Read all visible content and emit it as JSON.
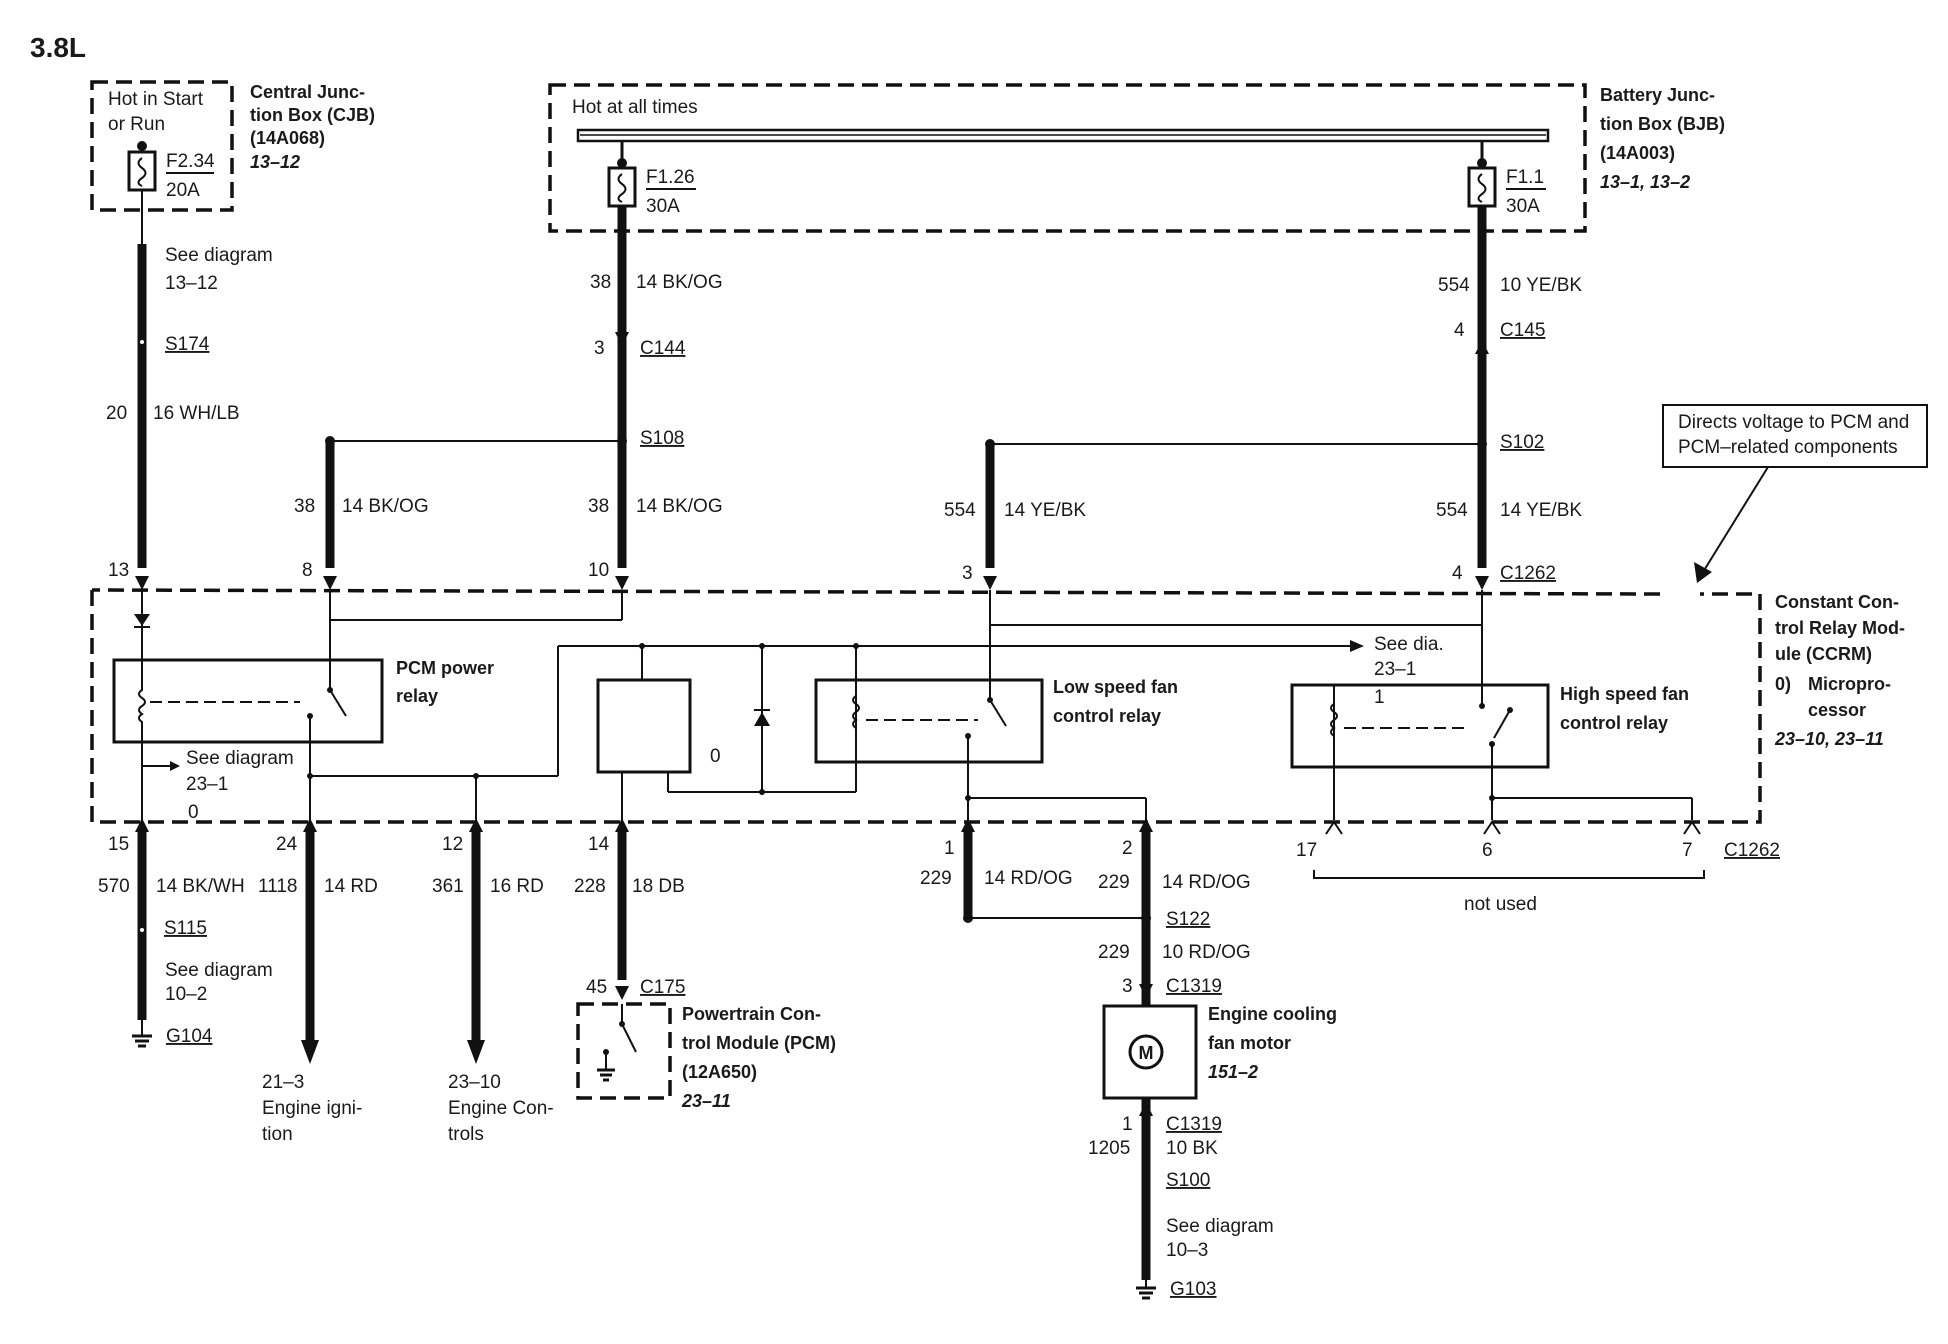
{
  "title": "3.8L",
  "cjb": {
    "inner_text": [
      "Hot in Start",
      "or Run"
    ],
    "fuse_id": "F2.34",
    "fuse_rating": "20A",
    "name_lines": [
      "Central Junc-",
      "tion Box (CJB)",
      "(14A068)"
    ],
    "ref": "13–12"
  },
  "bjb": {
    "inner_text": "Hot at all times",
    "fuse1_id": "F1.26",
    "fuse1_rating": "30A",
    "fuse2_id": "F1.1",
    "fuse2_rating": "30A",
    "name_lines": [
      "Battery Junc-",
      "tion Box (BJB)",
      "(14A003)"
    ],
    "ref": "13–1, 13–2"
  },
  "callout": [
    "Directs voltage to PCM and",
    "PCM–related components"
  ],
  "ccrm": {
    "name_lines": [
      "Constant Con-",
      "trol Relay Mod-",
      "ule (CCRM)"
    ],
    "micro_lines": [
      "0)",
      "Micropro-",
      "cessor"
    ],
    "ref": "23–10, 23–11",
    "pcm_relay": [
      "PCM power",
      "relay"
    ],
    "low_relay": [
      "Low speed fan",
      "control relay"
    ],
    "high_relay": [
      "High speed fan",
      "control relay"
    ],
    "see_dia_top": [
      "See dia.",
      "23–1"
    ],
    "see_dia_left": [
      "See diagram",
      "23–1"
    ],
    "micro_marker": "0",
    "high_relay_pin": "1",
    "connector": "C1262"
  },
  "wires": {
    "cjb_see": [
      "See diagram",
      "13–12"
    ],
    "s174": "S174",
    "w20": {
      "circuit": "20",
      "gauge": "16 WH/LB"
    },
    "w38a": {
      "circuit": "38",
      "gauge": "14 BK/OG"
    },
    "c144": {
      "pin": "3",
      "name": "C144"
    },
    "s108": "S108",
    "w38b": {
      "circuit": "38",
      "gauge": "14 BK/OG"
    },
    "w38c": {
      "circuit": "38",
      "gauge": "14 BK/OG"
    },
    "w554a": {
      "circuit": "554",
      "gauge": "10 YE/BK"
    },
    "c145": {
      "pin": "4",
      "name": "C145"
    },
    "s102": "S102",
    "w554b": {
      "circuit": "554",
      "gauge": "14 YE/BK"
    },
    "w554c": {
      "circuit": "554",
      "gauge": "14 YE/BK"
    },
    "top_pins": [
      "13",
      "8",
      "10",
      "3",
      "4"
    ],
    "bottom_pins": [
      "15",
      "24",
      "12",
      "14",
      "1",
      "2",
      "17",
      "6",
      "7"
    ],
    "w570": {
      "circuit": "570",
      "gauge": "14 BK/WH"
    },
    "w1118": {
      "circuit": "1118",
      "gauge": "14 RD"
    },
    "w361": {
      "circuit": "361",
      "gauge": "16 RD"
    },
    "w228": {
      "circuit": "228",
      "gauge": "18 DB"
    },
    "w229a": {
      "circuit": "229",
      "gauge": "14 RD/OG"
    },
    "w229b": {
      "circuit": "229",
      "gauge": "14 RD/OG"
    },
    "s115": "S115",
    "g104_see": [
      "See diagram",
      "10–2"
    ],
    "g104": "G104",
    "ign_ref": [
      "21–3",
      "Engine igni-",
      "tion"
    ],
    "ctl_ref": [
      "23–10",
      "Engine Con-",
      "trols"
    ],
    "c175": {
      "pin": "45",
      "name": "C175"
    },
    "pcm_name": [
      "Powertrain Con-",
      "trol Module (PCM)",
      "(12A650)"
    ],
    "pcm_ref": "23–11",
    "s122": "S122",
    "w229c": {
      "circuit": "229",
      "gauge": "10 RD/OG"
    },
    "c1319a": {
      "pin": "3",
      "name": "C1319"
    },
    "motor_name": [
      "Engine cooling",
      "fan motor"
    ],
    "motor_ref": "151–2",
    "motor_symbol": "M",
    "c1319b": {
      "pin": "1",
      "name": "C1319"
    },
    "w1205": {
      "circuit": "1205",
      "gauge": "10 BK"
    },
    "s100": "S100",
    "g103_see": [
      "See diagram",
      "10–3"
    ],
    "g103": "G103",
    "not_used": "not used"
  }
}
